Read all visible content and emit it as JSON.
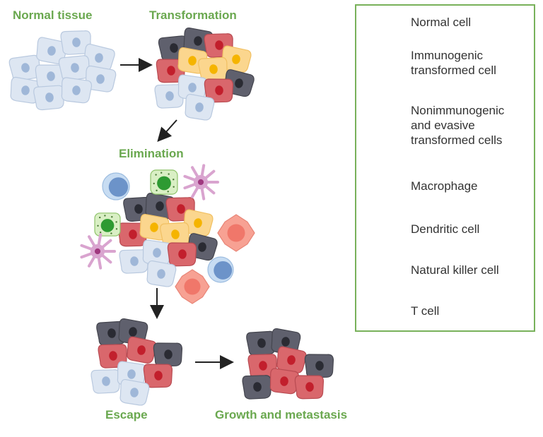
{
  "stages": {
    "normal_tissue": "Normal tissue",
    "transformation": "Transformation",
    "elimination": "Elimination",
    "escape": "Escape",
    "growth": "Growth and metastasis"
  },
  "legend": {
    "items": [
      {
        "label": "Normal cell",
        "icon": "normal-cell"
      },
      {
        "label": "Immunogenic\ntransformed cell",
        "icon": "immunogenic-cell"
      },
      {
        "label": "Nonimmunogenic\nand evasive\ntransformed cells",
        "icon": "nonimmunogenic-cells"
      },
      {
        "label": "Macrophage",
        "icon": "macrophage"
      },
      {
        "label": "Dendritic cell",
        "icon": "dendritic-cell"
      },
      {
        "label": "Natural killer cell",
        "icon": "natural-killer-cell"
      },
      {
        "label": "T cell",
        "icon": "t-cell"
      }
    ]
  },
  "colors": {
    "stage_label": "#6aa84f",
    "legend_border": "#78b15a",
    "normal_fill": "#dde6f2",
    "normal_nucleus": "#9fb7d8",
    "immuno_fill": "#fbd68e",
    "immuno_nucleus": "#f5b400",
    "red_fill": "#d9676c",
    "red_nucleus": "#c21f2c",
    "dark_fill": "#5f606d",
    "dark_nucleus": "#2a2b33",
    "macrophage_fill": "#f7a193",
    "macrophage_nucleus": "#f0776a",
    "dendritic_fill": "#d9a4cf",
    "dendritic_nucleus": "#a0387f",
    "nk_fill": "#d9efc4",
    "nk_nucleus": "#2e9a32",
    "tcell_fill": "#c7dcf2",
    "tcell_nucleus": "#6c93c9"
  }
}
